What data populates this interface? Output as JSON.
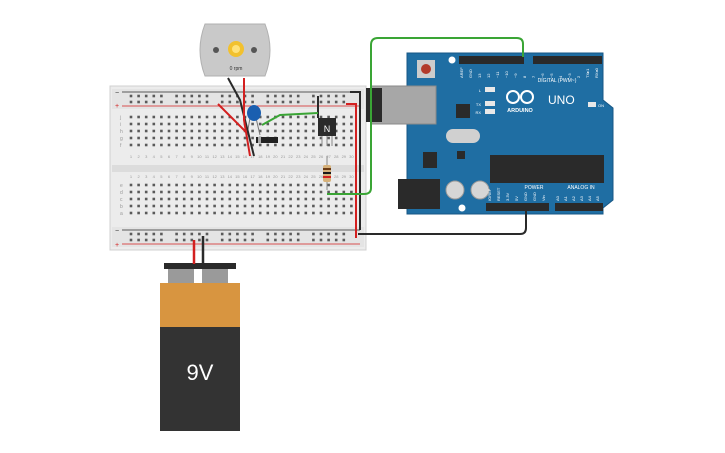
{
  "motor": {
    "rpm_label": "0 rpm"
  },
  "battery": {
    "voltage_label": "9V"
  },
  "transistor": {
    "label": "N"
  },
  "arduino": {
    "brand": "ARDUINO",
    "model": "UNO",
    "digital_label": "DIGITAL (PWM~)",
    "power_label": "POWER",
    "analog_label": "ANALOG IN",
    "on_label": "ON",
    "tx_label": "TX",
    "rx_label": "RX",
    "l_label": "L",
    "digital_pins": [
      "AREF",
      "GND",
      "13",
      "12",
      "~11",
      "~10",
      "~9",
      "8",
      "7",
      "~6",
      "~5",
      "4",
      "~3",
      "2",
      "TX▸1",
      "RX◂0"
    ],
    "power_pins": [
      "IOREF",
      "RESET",
      "3.3V",
      "5V",
      "GND",
      "GND",
      "Vin"
    ],
    "analog_pins": [
      "A0",
      "A1",
      "A2",
      "A3",
      "A4",
      "A5"
    ]
  },
  "breadboard": {
    "rail_plus": "+",
    "rail_minus": "−",
    "row_letters_top": [
      "j",
      "i",
      "h",
      "g",
      "f"
    ],
    "row_letters_bottom": [
      "e",
      "d",
      "c",
      "b",
      "a"
    ],
    "column_numbers": [
      "1",
      "2",
      "3",
      "4",
      "5",
      "6",
      "7",
      "8",
      "9",
      "10",
      "11",
      "12",
      "13",
      "14",
      "15",
      "16",
      "17",
      "18",
      "19",
      "20",
      "21",
      "22",
      "23",
      "24",
      "25",
      "26",
      "27",
      "28",
      "29",
      "30"
    ]
  },
  "colors": {
    "board_blue": "#1f6ea3",
    "wire_green": "#3aa535",
    "wire_red": "#d32020",
    "wire_black": "#2a2a2a",
    "battery_orange": "#d89540",
    "battery_body": "#333333",
    "breadboard": "#ececec"
  }
}
